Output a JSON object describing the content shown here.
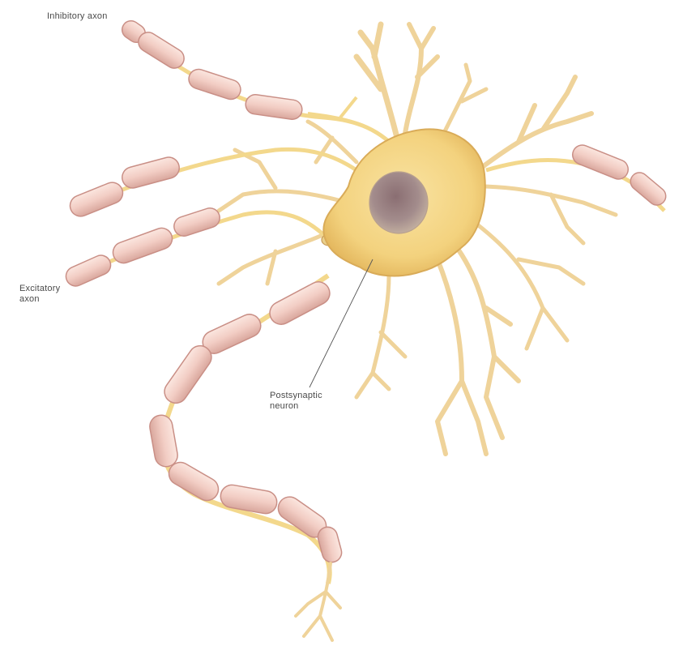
{
  "labels": {
    "inhibitory_axon": "Inhibitory axon",
    "excitatory_axon_line1": "Excitatory",
    "excitatory_axon_line2": "axon",
    "postsynaptic_line1": "Postsynaptic",
    "postsynaptic_line2": "neuron"
  },
  "colors": {
    "soma": "#f3d27e",
    "soma_shade": "#e6b95c",
    "nucleus": "#9d8486",
    "myelin": "#f2cdc4",
    "myelin_edge": "#c98f86",
    "axon_core": "#f6dc8e",
    "dendrite": "#f1d394",
    "leader_line": "#555555"
  }
}
